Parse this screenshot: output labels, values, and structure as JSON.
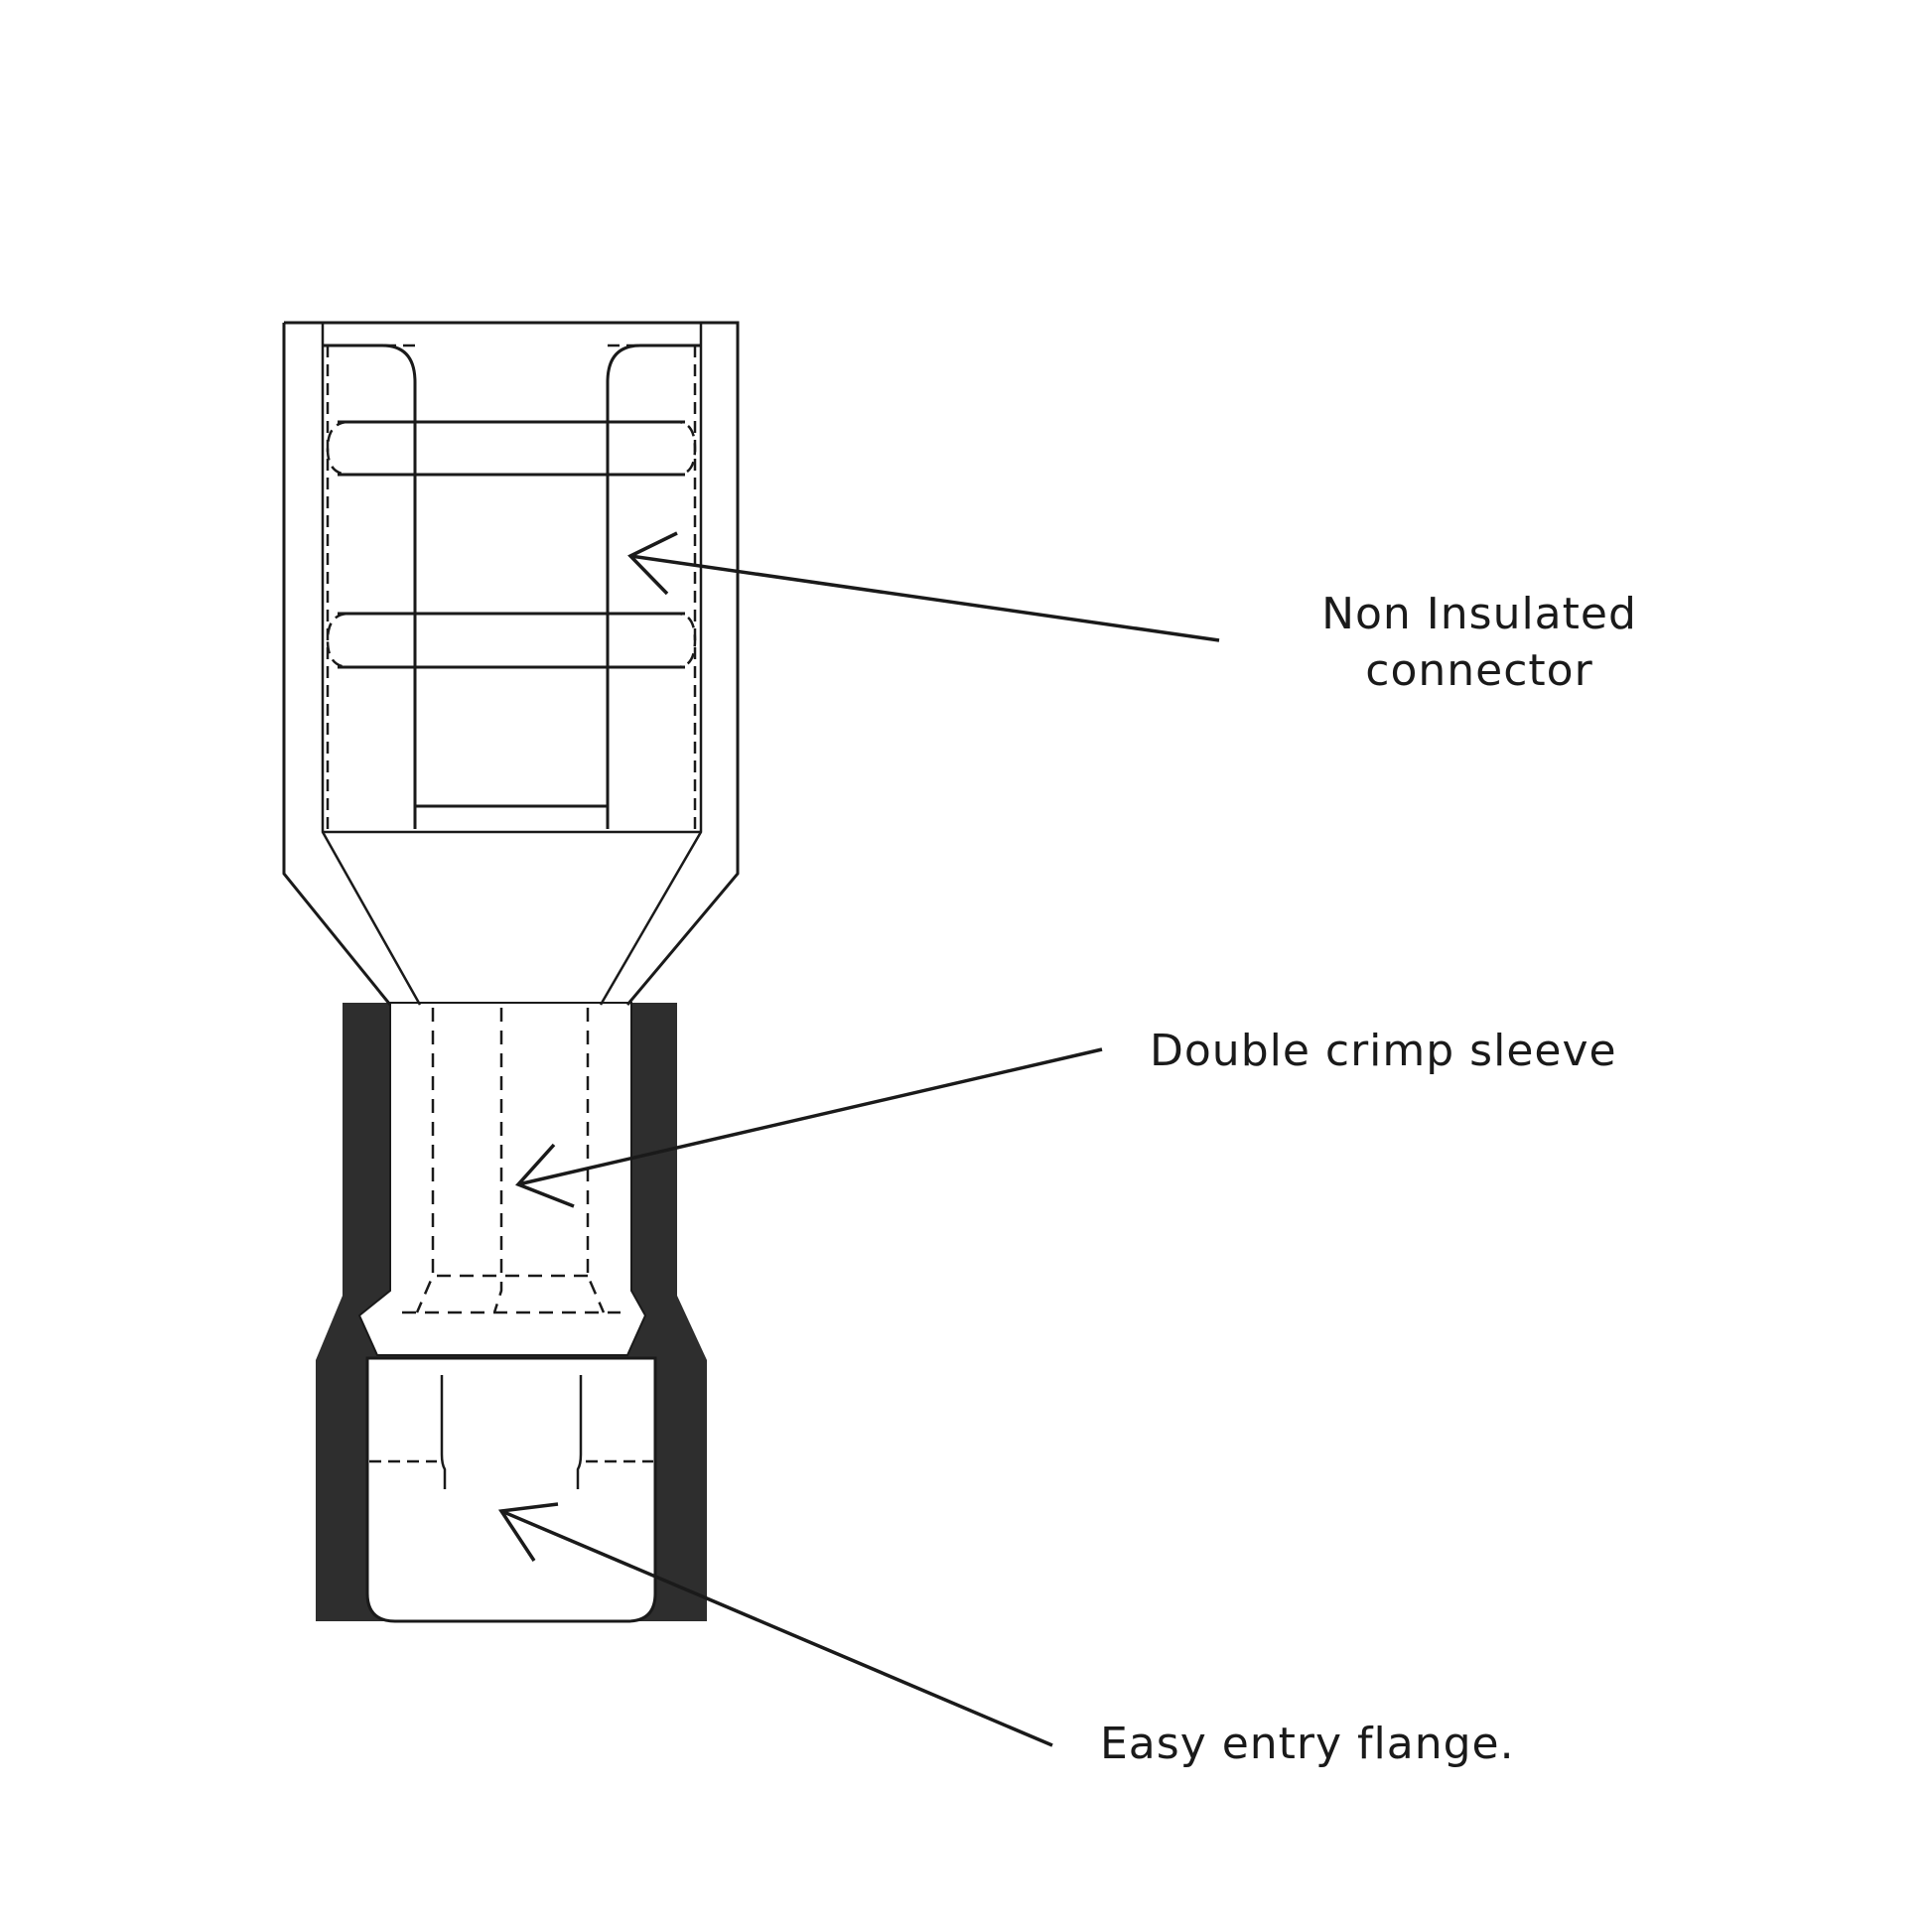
{
  "callouts": {
    "non_insulated": {
      "line1": "Non Insulated",
      "line2": "connector"
    },
    "double_crimp": {
      "label": "Double crimp sleeve"
    },
    "easy_entry": {
      "label": "Easy entry flange."
    }
  },
  "colors": {
    "stroke": "#1a1a1a",
    "insulation": "#2e2e2e",
    "background": "#ffffff"
  }
}
